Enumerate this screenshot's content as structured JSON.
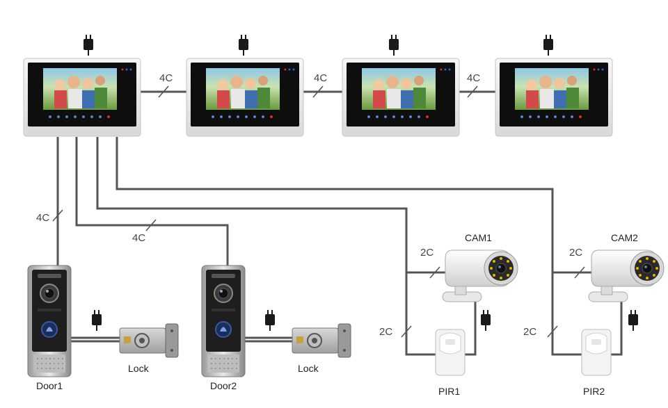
{
  "cables": {
    "monitor_link_1": "4C",
    "monitor_link_2": "4C",
    "monitor_link_3": "4C",
    "door1_cable": "4C",
    "door2_cable": "4C",
    "cam1_cable": "2C",
    "pir1_cable": "2C",
    "cam2_cable": "2C",
    "pir2_cable": "2C"
  },
  "devices": {
    "cam1": "CAM1",
    "cam2": "CAM2",
    "door1": "Door1",
    "door2": "Door2",
    "lock1": "Lock",
    "lock2": "Lock",
    "pir1": "PIR1",
    "pir2": "PIR2"
  },
  "colors": {
    "wire": "#555555",
    "monitor_frame": "#e8e8e8",
    "monitor_bezel": "#111111",
    "door_panel": "#2a2a2a",
    "camera_body": "#f2f2f2",
    "led_ring": "#e0b400"
  }
}
